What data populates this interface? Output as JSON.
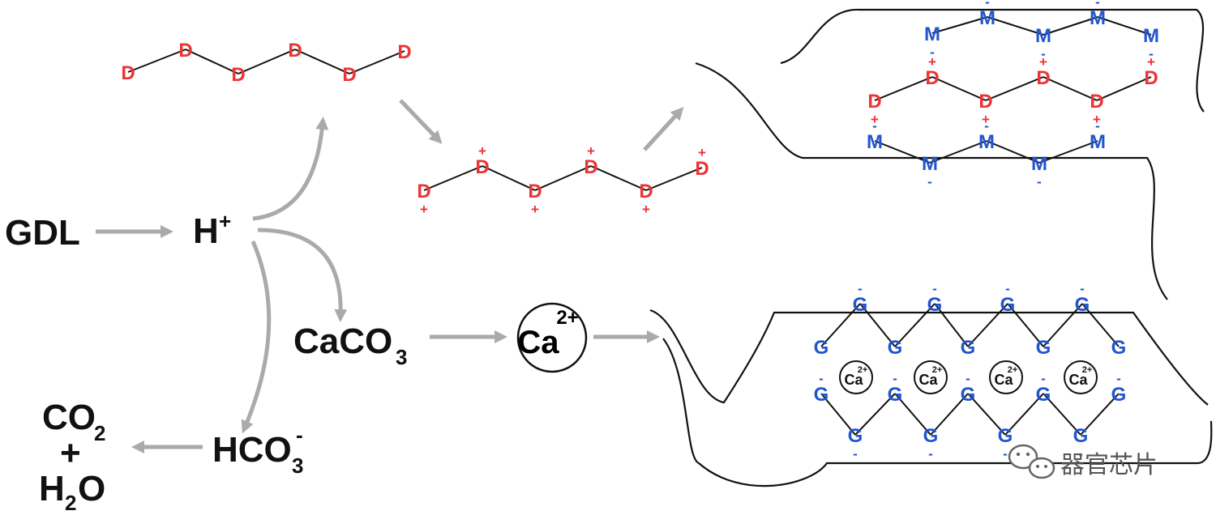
{
  "colors": {
    "d_residue": "#ee3333",
    "m_residue": "#2255cc",
    "g_residue": "#2255cc",
    "arrow": "#aaaaaa",
    "chain": "#111111"
  },
  "labels": {
    "gdl": "GDL",
    "h": "H",
    "h_charge": "+",
    "caco3_main": "CaCO",
    "caco3_sub": "3",
    "hco3_main": "HCO",
    "hco3_sub": "3",
    "hco3_charge": "-",
    "co2_main": "CO",
    "co2_sub": "2",
    "plus": "+",
    "h2o_h": "H",
    "h2o_sub": "2",
    "h2o_o": "O",
    "ca": "Ca",
    "ca_charge": "2+"
  },
  "residues": {
    "d": "D",
    "m": "M",
    "g": "G",
    "positive": "+",
    "negative": "-"
  },
  "watermark": {
    "icon": "wechat-icon",
    "text": "器官芯片"
  }
}
